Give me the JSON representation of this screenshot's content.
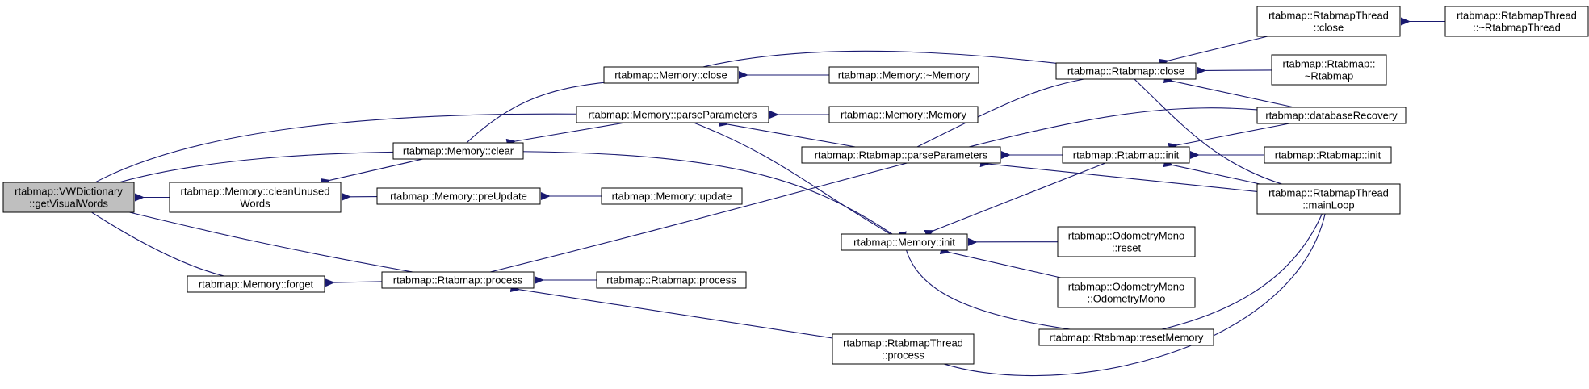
{
  "colors": {
    "edge": "#191970",
    "node_border": "#000000",
    "node_fill": "#ffffff",
    "root_fill": "#bfbfbf"
  },
  "root": {
    "lines": [
      "rtabmap::VWDictionary",
      "::getVisualWords"
    ]
  },
  "nodes": {
    "memory_clear": {
      "lines": [
        "rtabmap::Memory::clear"
      ]
    },
    "memory_clean_unused": {
      "lines": [
        "rtabmap::Memory::cleanUnused",
        "Words"
      ]
    },
    "memory_forget": {
      "lines": [
        "rtabmap::Memory::forget"
      ]
    },
    "memory_close": {
      "lines": [
        "rtabmap::Memory::close"
      ]
    },
    "memory_parse_parameters": {
      "lines": [
        "rtabmap::Memory::parseParameters"
      ]
    },
    "memory_pre_update": {
      "lines": [
        "rtabmap::Memory::preUpdate"
      ]
    },
    "rtabmap_process": {
      "lines": [
        "rtabmap::Rtabmap::process"
      ]
    },
    "memory_destructor": {
      "lines": [
        "rtabmap::Memory::~Memory"
      ]
    },
    "memory_ctor": {
      "lines": [
        "rtabmap::Memory::Memory"
      ]
    },
    "memory_update": {
      "lines": [
        "rtabmap::Memory::update"
      ]
    },
    "rtabmap_parse_parameters": {
      "lines": [
        "rtabmap::Rtabmap::parseParameters"
      ]
    },
    "memory_init": {
      "lines": [
        "rtabmap::Memory::init"
      ]
    },
    "rtabmap_process_2": {
      "lines": [
        "rtabmap::Rtabmap::process"
      ]
    },
    "rtabmap_thread_process": {
      "lines": [
        "rtabmap::RtabmapThread",
        "::process"
      ]
    },
    "rtabmap_close": {
      "lines": [
        "rtabmap::Rtabmap::close"
      ]
    },
    "rtabmap_init": {
      "lines": [
        "rtabmap::Rtabmap::init"
      ]
    },
    "odometry_mono_reset": {
      "lines": [
        "rtabmap::OdometryMono",
        "::reset"
      ]
    },
    "odometry_mono_ctor": {
      "lines": [
        "rtabmap::OdometryMono",
        "::OdometryMono"
      ]
    },
    "rtabmap_reset_memory": {
      "lines": [
        "rtabmap::Rtabmap::resetMemory"
      ]
    },
    "rtabmap_thread_close": {
      "lines": [
        "rtabmap::RtabmapThread",
        "::close"
      ]
    },
    "rtabmap_destructor": {
      "lines": [
        "rtabmap::Rtabmap::",
        "~Rtabmap"
      ]
    },
    "database_recovery": {
      "lines": [
        "rtabmap::databaseRecovery"
      ]
    },
    "rtabmap_init_2": {
      "lines": [
        "rtabmap::Rtabmap::init"
      ]
    },
    "rtabmap_thread_main_loop": {
      "lines": [
        "rtabmap::RtabmapThread",
        "::mainLoop"
      ]
    },
    "rtabmap_thread_destructor": {
      "lines": [
        "rtabmap::RtabmapThread",
        "::~RtabmapThread"
      ]
    }
  },
  "edges": [
    [
      "memory_clear",
      "root"
    ],
    [
      "memory_clean_unused",
      "root"
    ],
    [
      "memory_forget",
      "root"
    ],
    [
      "memory_parse_parameters",
      "root"
    ],
    [
      "rtabmap_process",
      "root"
    ],
    [
      "memory_close",
      "memory_clear"
    ],
    [
      "memory_parse_parameters",
      "memory_clear"
    ],
    [
      "memory_init",
      "memory_clear"
    ],
    [
      "memory_clear",
      "memory_clean_unused"
    ],
    [
      "memory_pre_update",
      "memory_clean_unused"
    ],
    [
      "rtabmap_process",
      "memory_forget"
    ],
    [
      "memory_destructor",
      "memory_close"
    ],
    [
      "rtabmap_close",
      "memory_close"
    ],
    [
      "memory_ctor",
      "memory_parse_parameters"
    ],
    [
      "rtabmap_parse_parameters",
      "memory_parse_parameters"
    ],
    [
      "memory_init",
      "memory_parse_parameters"
    ],
    [
      "memory_update",
      "memory_pre_update"
    ],
    [
      "rtabmap_process_2",
      "rtabmap_process"
    ],
    [
      "rtabmap_thread_process",
      "rtabmap_process"
    ],
    [
      "database_recovery",
      "rtabmap_process"
    ],
    [
      "rtabmap_close",
      "rtabmap_parse_parameters"
    ],
    [
      "rtabmap_init",
      "rtabmap_parse_parameters"
    ],
    [
      "rtabmap_thread_main_loop",
      "rtabmap_parse_parameters"
    ],
    [
      "rtabmap_init",
      "memory_init"
    ],
    [
      "odometry_mono_reset",
      "memory_init"
    ],
    [
      "odometry_mono_ctor",
      "memory_init"
    ],
    [
      "rtabmap_reset_memory",
      "memory_init"
    ],
    [
      "rtabmap_thread_main_loop",
      "rtabmap_thread_process"
    ],
    [
      "rtabmap_thread_close",
      "rtabmap_close"
    ],
    [
      "rtabmap_destructor",
      "rtabmap_close"
    ],
    [
      "database_recovery",
      "rtabmap_close"
    ],
    [
      "rtabmap_thread_main_loop",
      "rtabmap_close"
    ],
    [
      "database_recovery",
      "rtabmap_init"
    ],
    [
      "rtabmap_init_2",
      "rtabmap_init"
    ],
    [
      "rtabmap_thread_main_loop",
      "rtabmap_init"
    ],
    [
      "rtabmap_thread_main_loop",
      "rtabmap_reset_memory"
    ],
    [
      "rtabmap_thread_destructor",
      "rtabmap_thread_close"
    ]
  ]
}
